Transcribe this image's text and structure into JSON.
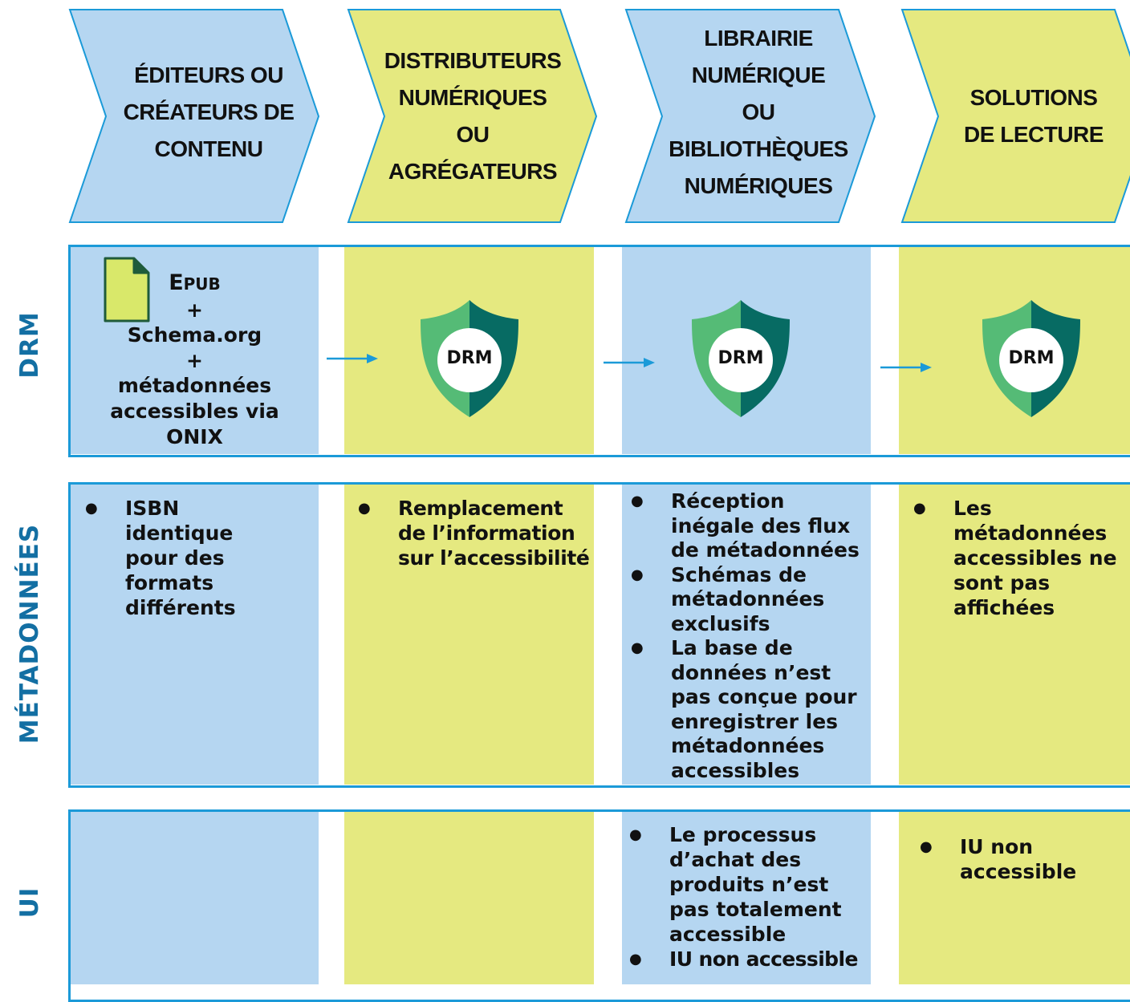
{
  "stages": [
    {
      "lines": [
        "ÉDITEURS OU",
        "CRÉATEURS DE",
        "CONTENU"
      ]
    },
    {
      "lines": [
        "DISTRIBUTEURS",
        "NUMÉRIQUES",
        "OU",
        "AGRÉGATEURS"
      ]
    },
    {
      "lines": [
        "LIBRAIRIE",
        "NUMÉRIQUE",
        "OU",
        "BIBLIOTHÈQUES",
        "NUMÉRIQUES"
      ]
    },
    {
      "lines": [
        "SOLUTIONS",
        "DE LECTURE"
      ]
    }
  ],
  "rows": {
    "drm": "DRM",
    "metadata": "MÉTADONNÉES",
    "ui": "UI"
  },
  "drm_row": {
    "epub_first": "E",
    "epub_rest": "PUB",
    "plus1": "+",
    "schema": "Schema.org",
    "plus2": "+",
    "meta1": "métadonnées",
    "meta2": "accessibles via",
    "onix": "ONIX",
    "shield_label": "DRM"
  },
  "metadata_row": {
    "col1": [
      "ISBN identique pour des formats différents"
    ],
    "col2": [
      "Remplacement de l’information sur l’accessibilité"
    ],
    "col3": [
      "Réception inégale des flux de métadonnées",
      "Schémas de métadonnées exclusifs",
      "La base de données n’est pas conçue pour enregistrer les métadonnées accessibles"
    ],
    "col4": [
      "Les métadonnées accessibles ne sont pas affichées"
    ]
  },
  "ui_row": {
    "col3": [
      "Le processus d’achat des produits n’est pas totalement accessible",
      "IU non accessible"
    ],
    "col4": [
      "IU non accessible"
    ]
  },
  "colors": {
    "blue": "#b5d6f1",
    "yellow": "#e5e980",
    "border": "#1b9ad8",
    "label": "#136fa3",
    "shield_light": "#55bb76",
    "shield_dark": "#076b63"
  }
}
